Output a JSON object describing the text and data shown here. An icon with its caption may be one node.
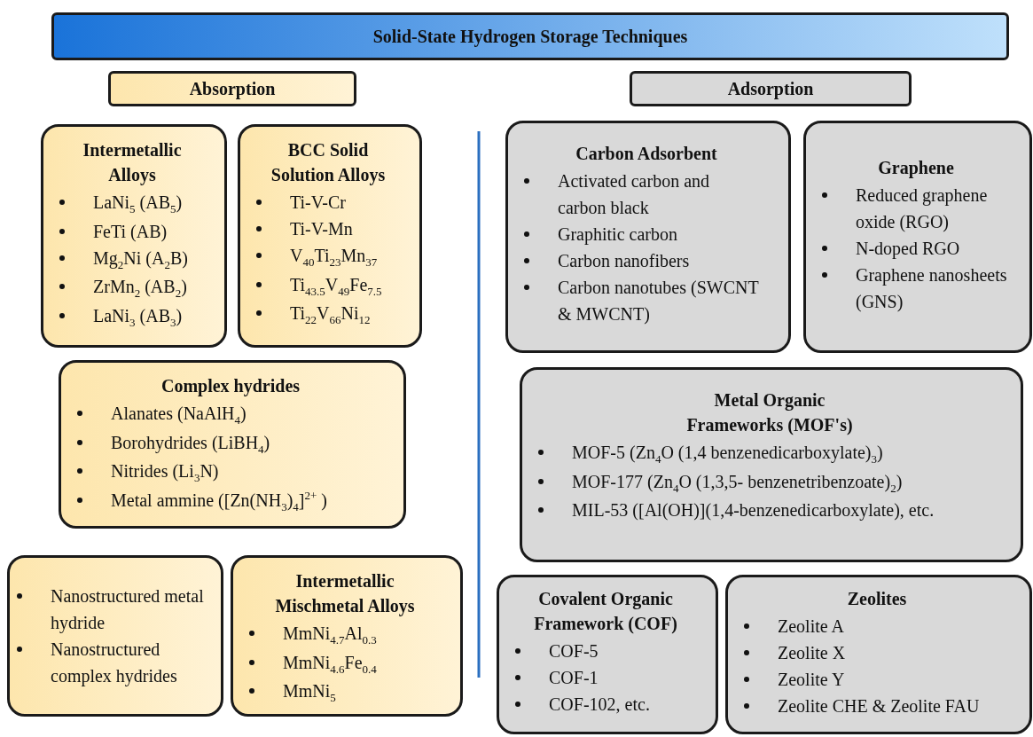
{
  "diagram": {
    "nodes": [
      {
        "text": [
          "Solid-State Hydrogen Storage Techniques"
        ]
      },
      {
        "text": [
          "Absorption"
        ]
      },
      {
        "text": [
          "Adsorption"
        ]
      },
      {
        "text": [
          "Intermetallic Alloys",
          "LaNi$_{5}$ (AB$_{5}$)",
          "FeTi (AB)",
          "Mg$_{2}$Ni (A$_{2}$B)",
          "ZrMn$_{2}$ (AB$_{2}$)",
          "LaNi$_{3}$ (AB$_{3}$)"
        ]
      },
      {
        "text": [
          "BCC Solid Solution Alloys",
          "Ti-V-Cr",
          "Ti-V-Mn",
          "V$_{40}$Ti$_{23}$Mn$_{37}$",
          "Ti$_{43.5}$V$_{49}$Fe$_{7.5}$",
          "Ti$_{22}$V$_{66}$Ni$_{12}$"
        ]
      },
      {
        "text": [
          "Complex hydrides",
          "Alanates (NaAlH$_{4}$)",
          "Borohydrides (LiBH$_{4}$)",
          "Nitrides (Li$_{3}$N)",
          "Metal ammine ([Zn(NH$_{3}$)$_{4}$]$^{2+}$ )"
        ]
      },
      {
        "text": [
          "Nanostructured metal hydride",
          "Nanostructured complex hydrides"
        ]
      },
      {
        "text": [
          "Intermetallic Mischmetal Alloys",
          "MmNi$_{4.7}$Al$_{0.3}$",
          "MmNi$_{4.6}$Fe$_{0.4}$",
          "MmNi$_{5}$"
        ]
      },
      {
        "text": [
          "Carbon Adsorbent",
          "Activated carbon and carbon black",
          "Graphitic carbon",
          "Carbon nanofibers",
          "Carbon nanotubes (SWCNT & MWCNT)"
        ]
      },
      {
        "text": [
          "Graphene",
          "Reduced graphene oxide (RGO)",
          "N-doped RGO",
          "Graphene nanosheets (GNS)"
        ]
      },
      {
        "text": [
          "Metal Organic Frameworks (MOF's)",
          "MOF-5 (Zn$_{4}$O (1,4 benzenedicarboxylate)$_{3}$)",
          "MOF-177 (Zn$_{4}$O (1,3,5- benzenetribenzoate)$_{2}$)",
          "MIL-53 ([Al(OH)](1,4-benzenedicarboxylate), etc."
        ]
      },
      {
        "text": [
          "Covalent Organic Framework (COF)",
          "COF-5",
          "COF-1",
          "COF-102, etc."
        ]
      },
      {
        "text": [
          "Zeolites",
          "Zeolite A",
          "Zeolite X",
          "Zeolite Y",
          "Zeolite CHE & Zeolite FAU"
        ]
      }
    ]
  }
}
